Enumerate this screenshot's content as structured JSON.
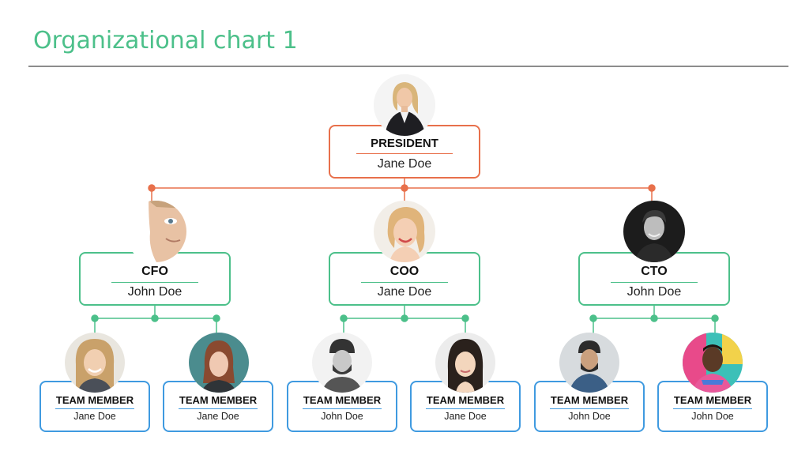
{
  "slide": {
    "title": "Organizational chart 1"
  },
  "colors": {
    "title": "#4cc08a",
    "president": "#e8704b",
    "executive": "#4cc08a",
    "team": "#3f9ae0"
  },
  "president": {
    "role": "PRESIDENT",
    "name": "Jane Doe"
  },
  "executives": [
    {
      "role": "CFO",
      "name": "John Doe"
    },
    {
      "role": "COO",
      "name": "Jane Doe"
    },
    {
      "role": "CTO",
      "name": "John Doe"
    }
  ],
  "team": [
    {
      "role": "TEAM MEMBER",
      "name": "Jane Doe"
    },
    {
      "role": "TEAM MEMBER",
      "name": "Jane Doe"
    },
    {
      "role": "TEAM MEMBER",
      "name": "John Doe"
    },
    {
      "role": "TEAM MEMBER",
      "name": "Jane Doe"
    },
    {
      "role": "TEAM MEMBER",
      "name": "John Doe"
    },
    {
      "role": "TEAM MEMBER",
      "name": "John Doe"
    }
  ]
}
